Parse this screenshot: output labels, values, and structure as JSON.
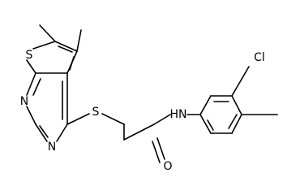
{
  "structure": {
    "atoms": {
      "s_ring": "S",
      "s_link": "S",
      "n1": "N",
      "n3": "N",
      "nh": "HN",
      "o": "O",
      "cl": "Cl"
    }
  }
}
